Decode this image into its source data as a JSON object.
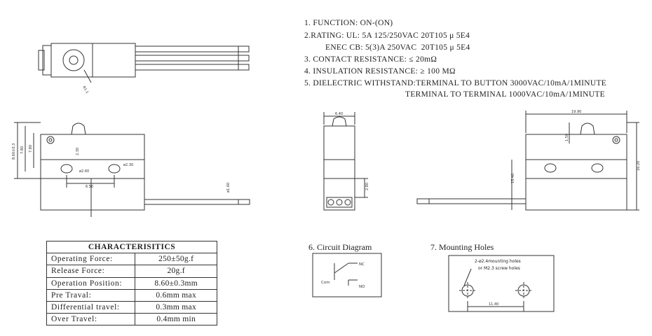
{
  "specs": [
    {
      "num": "1.",
      "text": "FUNCTION: ON-(ON)"
    },
    {
      "num": "2.",
      "text": "RATING: UL: 5A 125/250VAC 20T105 μ 5E4"
    },
    {
      "num": "",
      "text": "ENEC CB: 5(3)A 250VAC  20T105 μ 5E4"
    },
    {
      "num": "3.",
      "text": "CONTACT RESISTANCE: ≤ 20mΩ"
    },
    {
      "num": "4.",
      "text": "INSULATION RESISTANCE: ≥ 100 MΩ"
    },
    {
      "num": "5.",
      "text": "DIELECTRIC WITHSTAND:TERMINAL TO BUTTON 3000VAC/10mA/1MINUTE"
    },
    {
      "num": "",
      "text": "TERMINAL TO TERMINAL 1000VAC/10mA/1MINUTE"
    }
  ],
  "characteristics": {
    "title": "CHARACTERISITICS",
    "rows": [
      {
        "label": "Operating Force:",
        "value": "250±50g.f"
      },
      {
        "label": "Release Force:",
        "value": "20g.f"
      },
      {
        "label": "Operation Position:",
        "value": "8.60±0.3mm"
      },
      {
        "label": "Pre Traval:",
        "value": "0.6mm  max"
      },
      {
        "label": "Differential travel:",
        "value": "0.3mm  max"
      },
      {
        "label": "Over Travel:",
        "value": "0.4mm  min"
      }
    ]
  },
  "circuit": {
    "title": "6. Circuit Diagram",
    "nc": "NC",
    "no": "NO",
    "com": "Com"
  },
  "mounting": {
    "title": "7. Mounting Holes",
    "note1": "2-ø2.4mounting holes",
    "note2": "or M2.3 screw holes",
    "dim": "11.40"
  },
  "dims": {
    "top_angle": "R1.1",
    "front_h1": "8.60±0.3",
    "front_h2": "7.80",
    "front_h3": "7.80",
    "front_d1": "2.30",
    "front_hole1": "ø2.60",
    "front_hole2": "ø2.30",
    "front_spacing": "6.50",
    "front_wire": "ø1.60",
    "side_w": "6.40",
    "side_h": "2.80",
    "right_w": "19.90",
    "right_d": "1.50",
    "right_h1": "15.40",
    "right_h2": "16.20"
  }
}
